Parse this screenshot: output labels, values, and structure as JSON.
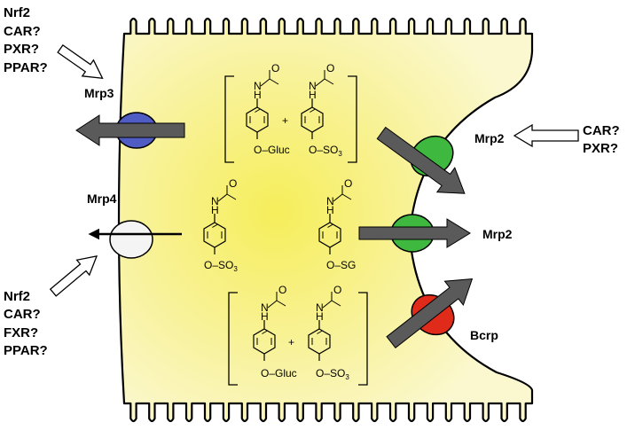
{
  "regulators": {
    "top_left": [
      "Nrf2",
      "CAR?",
      "PXR?",
      "PPAR?"
    ],
    "bottom_left": [
      "Nrf2",
      "CAR?",
      "FXR?",
      "PPAR?"
    ],
    "right": [
      "CAR?",
      "PXR?"
    ]
  },
  "transporters": {
    "mrp3": "Mrp3",
    "mrp4": "Mrp4",
    "mrp2_top": "Mrp2",
    "mrp2_mid": "Mrp2",
    "bcrp": "Bcrp"
  },
  "chemistry": {
    "nh": "N",
    "h": "H",
    "o": "O",
    "plus": "+",
    "gluc": "O–Gluc",
    "so3_prefix": "O–SO",
    "so3_sub": "3",
    "sg": "O–SG"
  },
  "colors": {
    "cell_fill": "#f7f07a",
    "mrp3": "#4f5cc4",
    "mrp2": "#3fb83f",
    "bcrp": "#e02a1a",
    "mrp4": "#f4f4f4",
    "arrow": "#5a5a5a"
  }
}
